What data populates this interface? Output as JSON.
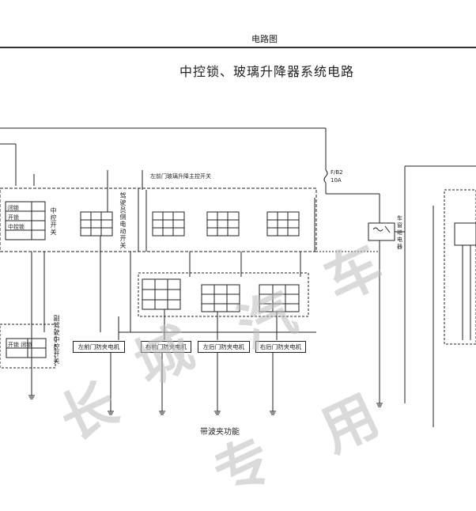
{
  "header": {
    "section": "电路图"
  },
  "title": "中控锁、玻璃升降器系统电路",
  "caption": "带波夹功能",
  "fuse": {
    "id": "F/B2",
    "rating": "10A"
  },
  "labels": {
    "driver_master_switch": "左前门玻璃升降主控开关",
    "central_lock_switch": "中控开关",
    "passenger_central_switch": "副驾驶中控开关",
    "passenger_window_motor": "驾驶员侧电动开关",
    "rear_relay": "车窗继电器"
  },
  "motors": [
    {
      "label": "左前门防夹电机"
    },
    {
      "label": "右前门防夹电机"
    },
    {
      "label": "左后门防夹电机"
    },
    {
      "label": "右后门防夹电机"
    }
  ],
  "switch_rows": [
    "闭锁",
    "开锁",
    "中控锁",
    "开锁 闭锁"
  ],
  "watermark": [
    "长",
    "城",
    "汽",
    "车",
    "专",
    "用"
  ]
}
